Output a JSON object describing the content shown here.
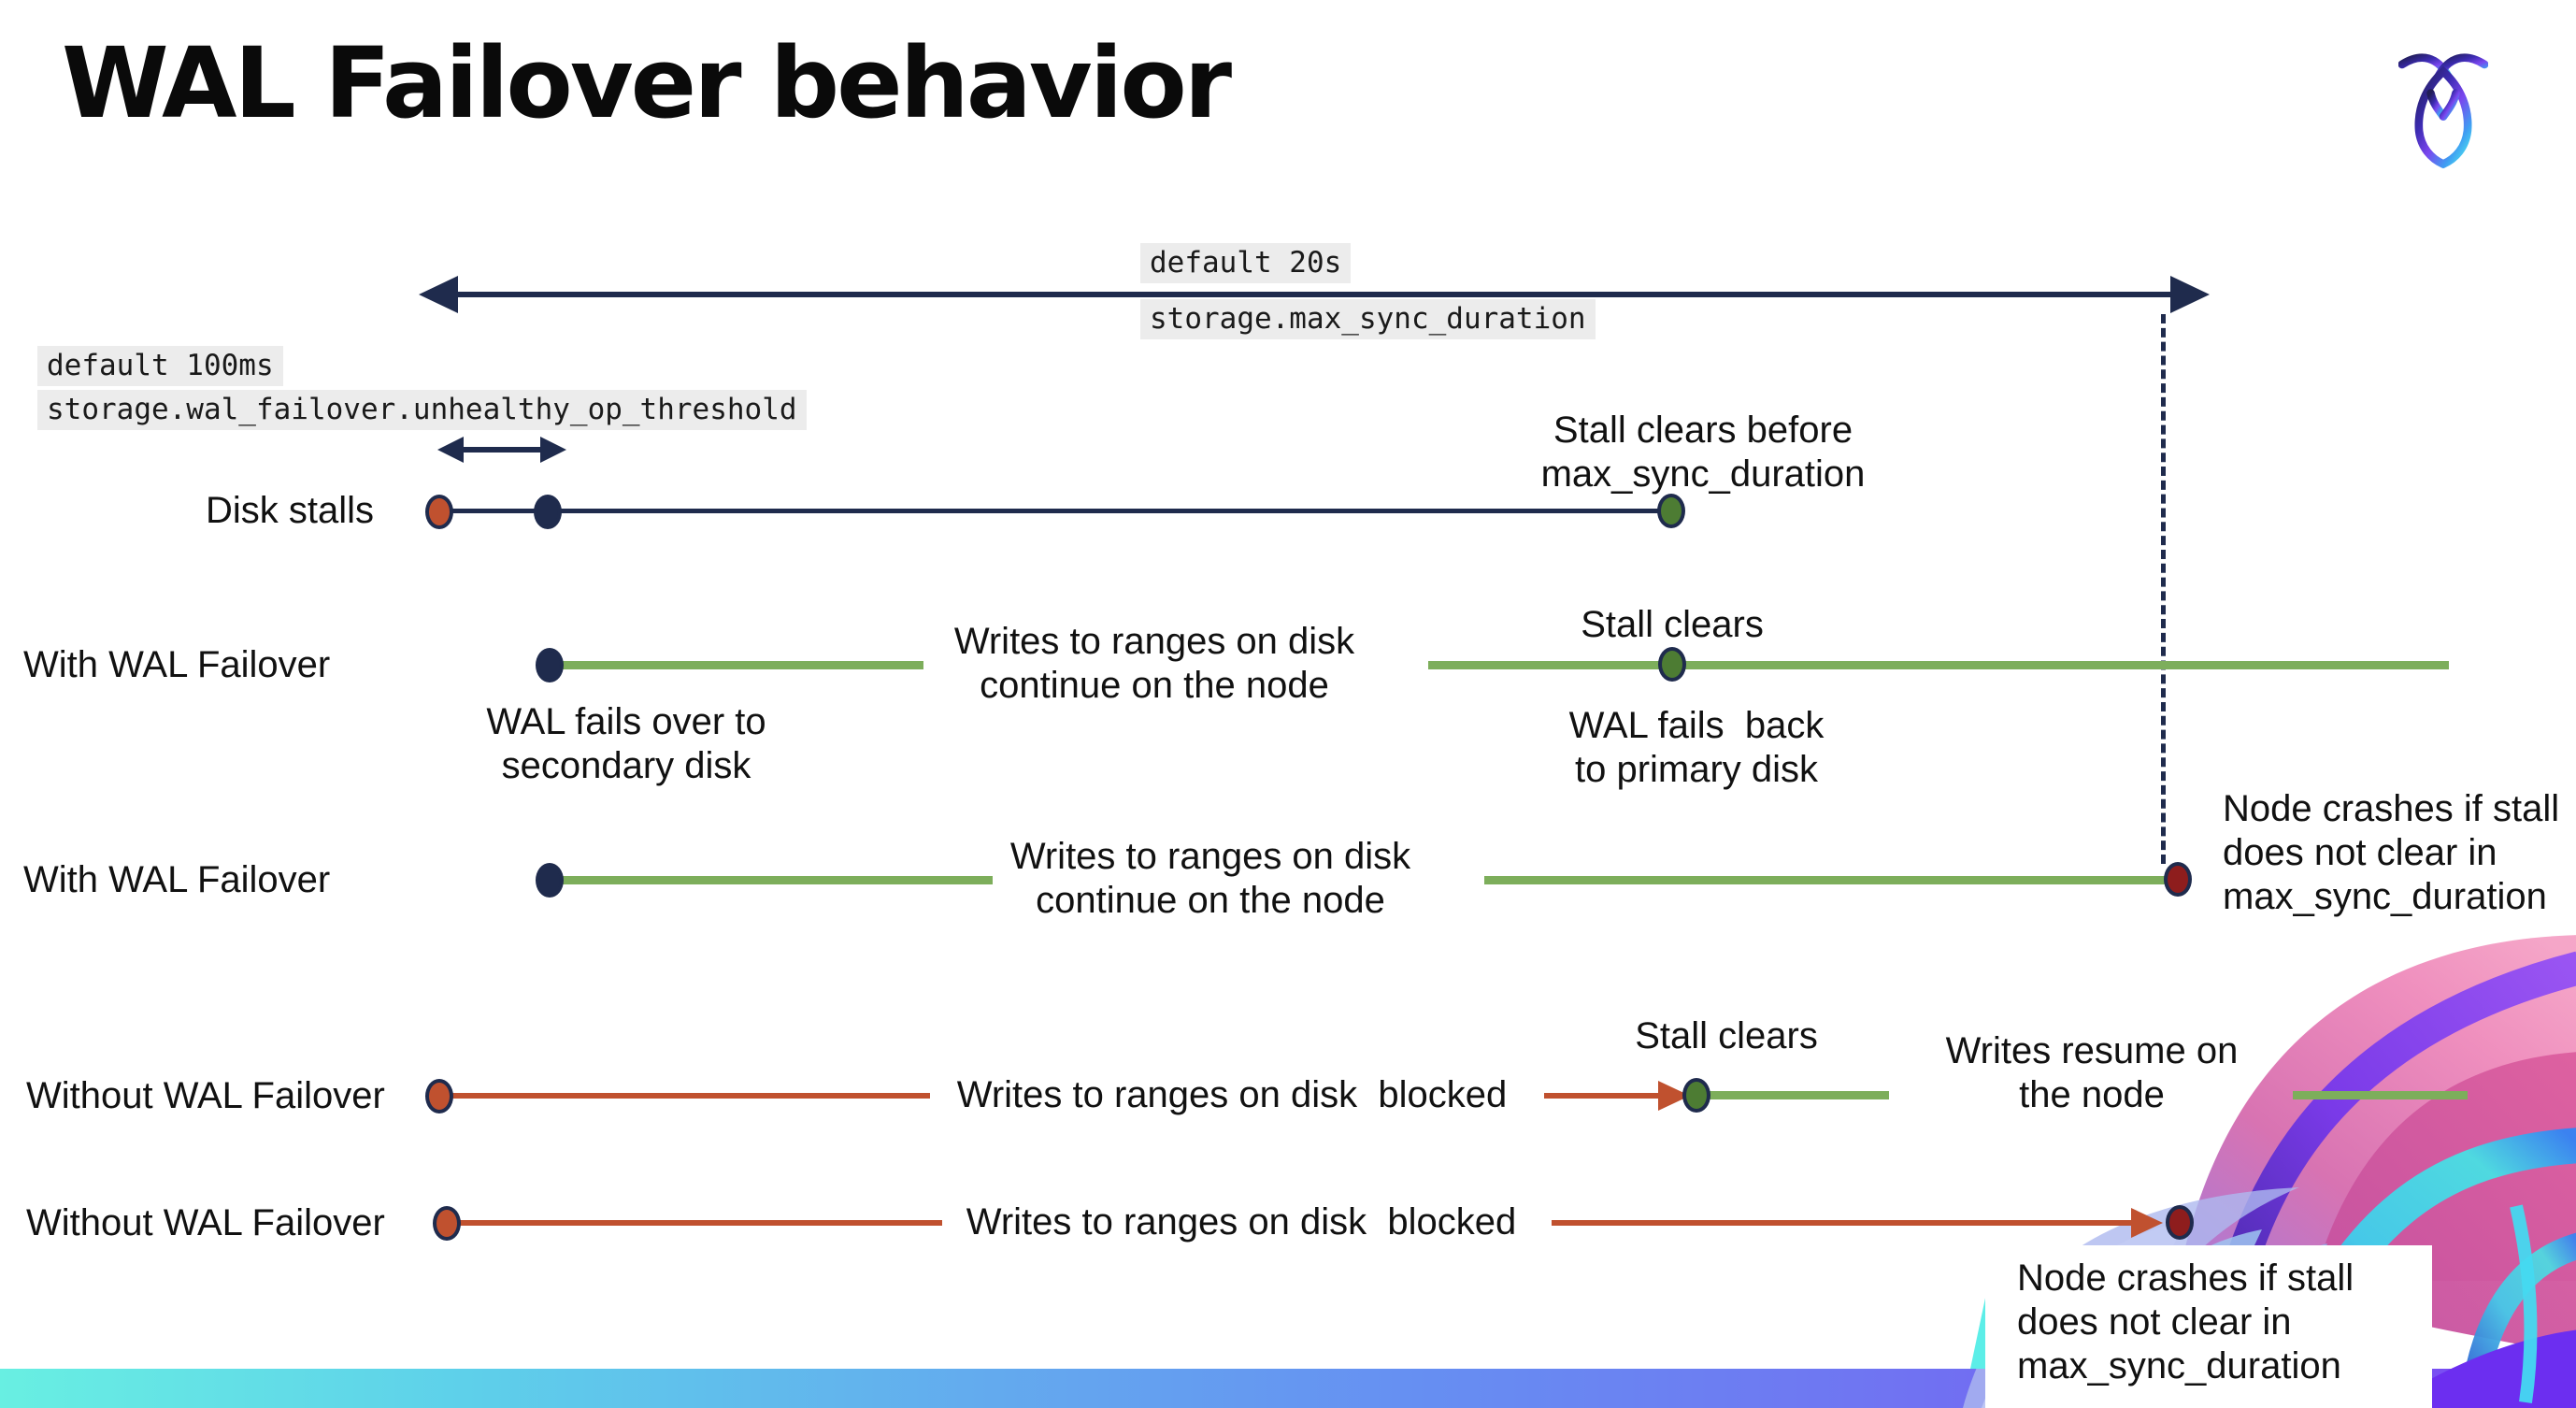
{
  "title": "WAL Failover behavior",
  "colors": {
    "navy": "#1f2b4d",
    "green_line": "#7dae5b",
    "green_dot": "#4d7c33",
    "red_line": "#c0512f",
    "red_dot": "#c0512f",
    "maroon_dot": "#8e1d1d",
    "label_bg": "#ececec",
    "bar_start": "#68efe2",
    "bar_mid": "#668ff2",
    "bar_end": "#7b46f2"
  },
  "settings": {
    "max_sync": {
      "default_label": "default 20s",
      "setting_name": "storage.max_sync_duration"
    },
    "unhealthy_op": {
      "default_label": "default 100ms",
      "setting_name": "storage.wal_failover.unhealthy_op_threshold"
    }
  },
  "rows": {
    "disk_stalls": {
      "label": "Disk stalls",
      "stall_clears_note": "Stall clears before\nmax_sync_duration"
    },
    "with_wal_failover_1": {
      "label": "With WAL Failover",
      "failover_note": "WAL fails over to\nsecondary disk",
      "writes_note": "Writes to ranges on disk\ncontinue on the node",
      "stall_clears": "Stall clears",
      "failback_note": "WAL fails  back\nto primary disk"
    },
    "with_wal_failover_2": {
      "label": "With WAL Failover",
      "writes_note": "Writes to ranges on disk\ncontinue on the node",
      "crash_note": "Node crashes if stall\ndoes not clear in\nmax_sync_duration"
    },
    "without_wal_failover_1": {
      "label": "Without WAL Failover",
      "blocked_note": "Writes to ranges on disk  blocked",
      "stall_clears": "Stall clears",
      "resume_note": "Writes resume on\nthe node"
    },
    "without_wal_failover_2": {
      "label": "Without WAL Failover",
      "blocked_note": "Writes to ranges on disk  blocked",
      "crash_note": "Node crashes if stall\ndoes not clear in\nmax_sync_duration"
    }
  }
}
